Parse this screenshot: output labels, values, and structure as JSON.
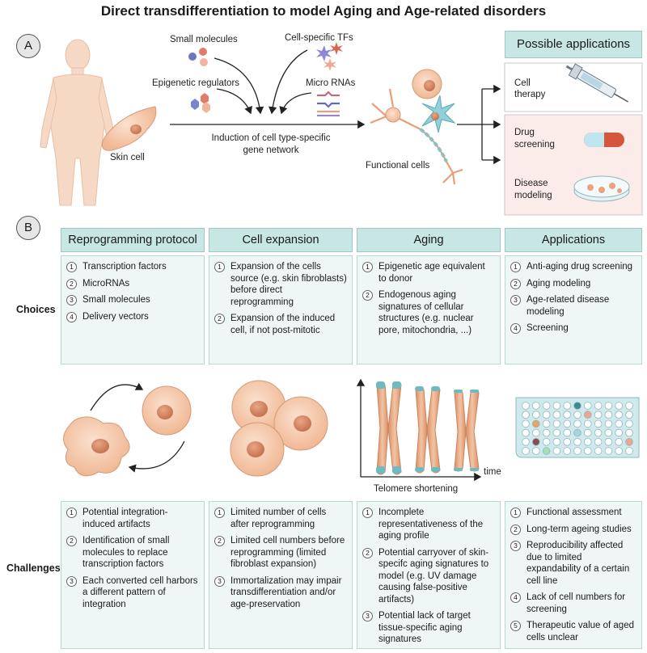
{
  "title": "Direct transdifferentiation to model Aging and Age-related disorders",
  "sections": {
    "a": "A",
    "b": "B"
  },
  "panel_a": {
    "small_molecules": "Small  molecules",
    "epigenetic_regulators": "Epigenetic regulators",
    "cell_specific_tfs": "Cell-specific TFs",
    "micro_rnas": "Micro RNAs",
    "skin_cell": "Skin cell",
    "induction_line1": "Induction of cell type-specific",
    "induction_line2": "gene network",
    "functional_cells": "Functional cells",
    "possible_applications": "Possible applications",
    "cell_therapy_1": "Cell",
    "cell_therapy_2": "therapy",
    "drug_screening_1": "Drug",
    "drug_screening_2": "screening",
    "disease_modeling_1": "Disease",
    "disease_modeling_2": "modeling"
  },
  "panel_b": {
    "row_choices": "Choices",
    "row_challenges": "Challenges",
    "telomere_caption": "Telomere shortening",
    "time_label": "time",
    "columns": [
      {
        "header": "Reprogramming protocol",
        "choices": [
          "Transcription factors",
          "MicroRNAs",
          "Small molecules",
          "Delivery vectors"
        ],
        "challenges": [
          "Potential integration-induced artifacts",
          "Identification of small molecules to replace transcription factors",
          "Each converted cell harbors a different pattern of integration"
        ]
      },
      {
        "header": "Cell expansion",
        "choices": [
          "Expansion of the cells source (e.g. skin fibroblasts) before direct reprogramming",
          "Expansion of the induced cell, if not post-mitotic"
        ],
        "challenges": [
          "Limited number of cells after reprogramming",
          "Limited cell numbers before reprogramming (limited fibroblast expansion)",
          "Immortalization may impair transdifferentiation and/or age-preservation"
        ]
      },
      {
        "header": "Aging",
        "choices": [
          "Epigenetic age equivalent to donor",
          "Endogenous aging signatures of cellular structures (e.g. nuclear pore, mitochondria, ...)"
        ],
        "challenges": [
          "Incomplete representativeness of the aging profile",
          "Potential carryover of skin-specifc aging signatures to model (e.g. UV damage causing false-positive artifacts)",
          "Potential lack of target tissue-specific aging signatures"
        ]
      },
      {
        "header": "Applications",
        "choices": [
          "Anti-aging drug screening",
          "Aging modeling",
          "Age-related disease modeling",
          "Screening"
        ],
        "challenges": [
          "Functional assessment",
          "Long-term ageing studies",
          "Reproducibility affected due to limited expandability of a certain cell line",
          "Lack of cell numbers for screening",
          "Therapeutic value of aged cells unclear"
        ]
      }
    ]
  }
}
